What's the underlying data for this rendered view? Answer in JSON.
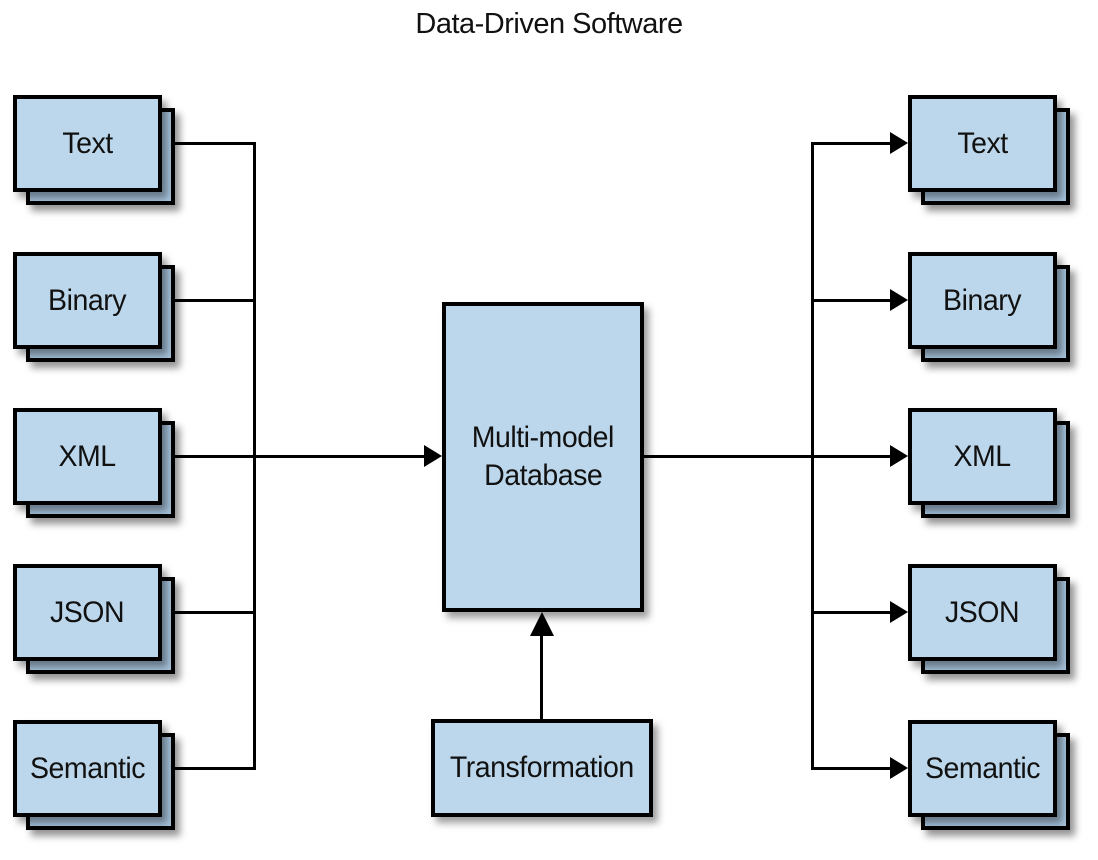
{
  "title": "Data-Driven Software",
  "colors": {
    "box_fill": "#bcd7eb",
    "box_back_fill": "#a6c2da",
    "border": "#000000",
    "line": "#000000",
    "background": "#ffffff"
  },
  "center": {
    "label_line1": "Multi-model",
    "label_line2": "Database"
  },
  "transformation": {
    "label": "Transformation"
  },
  "sources": {
    "items": [
      {
        "label": "Text"
      },
      {
        "label": "Binary"
      },
      {
        "label": "XML"
      },
      {
        "label": "JSON"
      },
      {
        "label": "Semantic"
      }
    ]
  },
  "outputs": {
    "items": [
      {
        "label": "Text"
      },
      {
        "label": "Binary"
      },
      {
        "label": "XML"
      },
      {
        "label": "JSON"
      },
      {
        "label": "Semantic"
      }
    ]
  }
}
